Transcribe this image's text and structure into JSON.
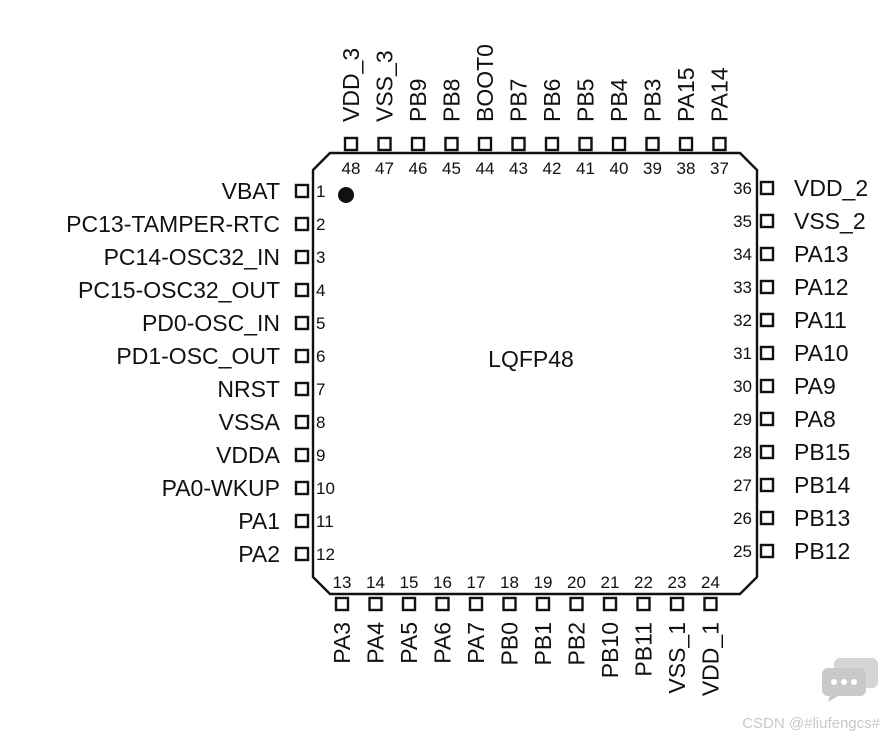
{
  "package": "LQFP48",
  "left_pins": [
    {
      "num": "1",
      "name": "VBAT"
    },
    {
      "num": "2",
      "name": "PC13-TAMPER-RTC"
    },
    {
      "num": "3",
      "name": "PC14-OSC32_IN"
    },
    {
      "num": "4",
      "name": "PC15-OSC32_OUT"
    },
    {
      "num": "5",
      "name": "PD0-OSC_IN"
    },
    {
      "num": "6",
      "name": "PD1-OSC_OUT"
    },
    {
      "num": "7",
      "name": "NRST"
    },
    {
      "num": "8",
      "name": "VSSA"
    },
    {
      "num": "9",
      "name": "VDDA"
    },
    {
      "num": "10",
      "name": "PA0-WKUP"
    },
    {
      "num": "11",
      "name": "PA1"
    },
    {
      "num": "12",
      "name": "PA2"
    }
  ],
  "bottom_pins": [
    {
      "num": "13",
      "name": "PA3"
    },
    {
      "num": "14",
      "name": "PA4"
    },
    {
      "num": "15",
      "name": "PA5"
    },
    {
      "num": "16",
      "name": "PA6"
    },
    {
      "num": "17",
      "name": "PA7"
    },
    {
      "num": "18",
      "name": "PB0"
    },
    {
      "num": "19",
      "name": "PB1"
    },
    {
      "num": "20",
      "name": "PB2"
    },
    {
      "num": "21",
      "name": "PB10"
    },
    {
      "num": "22",
      "name": "PB11"
    },
    {
      "num": "23",
      "name": "VSS_1"
    },
    {
      "num": "24",
      "name": "VDD_1"
    }
  ],
  "right_pins": [
    {
      "num": "36",
      "name": "VDD_2"
    },
    {
      "num": "35",
      "name": "VSS_2"
    },
    {
      "num": "34",
      "name": "PA13"
    },
    {
      "num": "33",
      "name": "PA12"
    },
    {
      "num": "32",
      "name": "PA11"
    },
    {
      "num": "31",
      "name": "PA10"
    },
    {
      "num": "30",
      "name": "PA9"
    },
    {
      "num": "29",
      "name": "PA8"
    },
    {
      "num": "28",
      "name": "PB15"
    },
    {
      "num": "27",
      "name": "PB14"
    },
    {
      "num": "26",
      "name": "PB13"
    },
    {
      "num": "25",
      "name": "PB12"
    }
  ],
  "top_pins": [
    {
      "num": "48",
      "name": "VDD_3"
    },
    {
      "num": "47",
      "name": "VSS_3"
    },
    {
      "num": "46",
      "name": "PB9"
    },
    {
      "num": "45",
      "name": "PB8"
    },
    {
      "num": "44",
      "name": "BOOT0"
    },
    {
      "num": "43",
      "name": "PB7"
    },
    {
      "num": "42",
      "name": "PB6"
    },
    {
      "num": "41",
      "name": "PB5"
    },
    {
      "num": "40",
      "name": "PB4"
    },
    {
      "num": "39",
      "name": "PB3"
    },
    {
      "num": "38",
      "name": "PA15"
    },
    {
      "num": "37",
      "name": "PA14"
    }
  ],
  "watermark": "CSDN @#liufengcs#",
  "watermark_icon": "chat-bubble-icon"
}
